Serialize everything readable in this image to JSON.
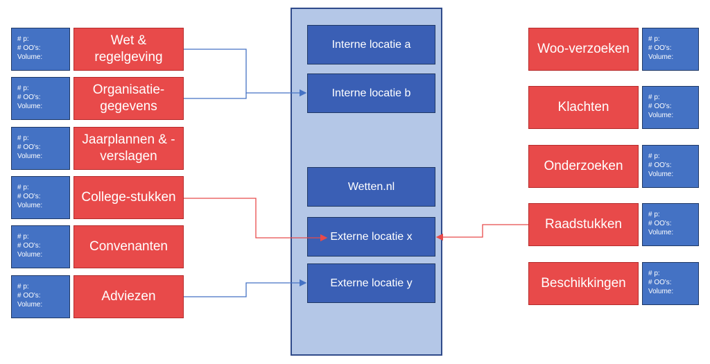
{
  "info_labels": {
    "p": "# p:",
    "oo": "# OO's:",
    "volume": "Volume:"
  },
  "left_categories": [
    {
      "label_lines": [
        "Wet &",
        "regelgeving"
      ]
    },
    {
      "label_lines": [
        "Organisatie-",
        "gegevens"
      ]
    },
    {
      "label_lines": [
        "Jaarplannen & -",
        "verslagen"
      ]
    },
    {
      "label_lines": [
        "College-stukken"
      ]
    },
    {
      "label_lines": [
        "Convenanten"
      ]
    },
    {
      "label_lines": [
        "Adviezen"
      ]
    }
  ],
  "locations": [
    {
      "label": "Interne locatie a"
    },
    {
      "label": "Interne locatie b"
    },
    {
      "label": "Wetten.nl"
    },
    {
      "label": "Externe locatie x"
    },
    {
      "label": "Externe locatie y"
    }
  ],
  "right_categories": [
    {
      "label": "Woo-verzoeken"
    },
    {
      "label": "Klachten"
    },
    {
      "label": "Onderzoeken"
    },
    {
      "label": "Raadstukken"
    },
    {
      "label": "Beschikkingen"
    }
  ],
  "connections": [
    {
      "from": "Wet & regelgeving",
      "to": "Interne locatie b",
      "color": "#4472c4"
    },
    {
      "from": "Organisatie-gegevens",
      "to": "Interne locatie b",
      "color": "#4472c4"
    },
    {
      "from": "College-stukken",
      "to": "Externe locatie x",
      "color": "#e84a4a"
    },
    {
      "from": "Raadstukken",
      "to": "Externe locatie x",
      "color": "#e84a4a"
    },
    {
      "from": "Adviezen",
      "to": "Externe locatie y",
      "color": "#4472c4"
    }
  ],
  "colors": {
    "category_red": "#e84a4a",
    "info_blue": "#4472c4",
    "location_blue": "#3a5fb5",
    "panel_blue": "#b4c7e7"
  }
}
